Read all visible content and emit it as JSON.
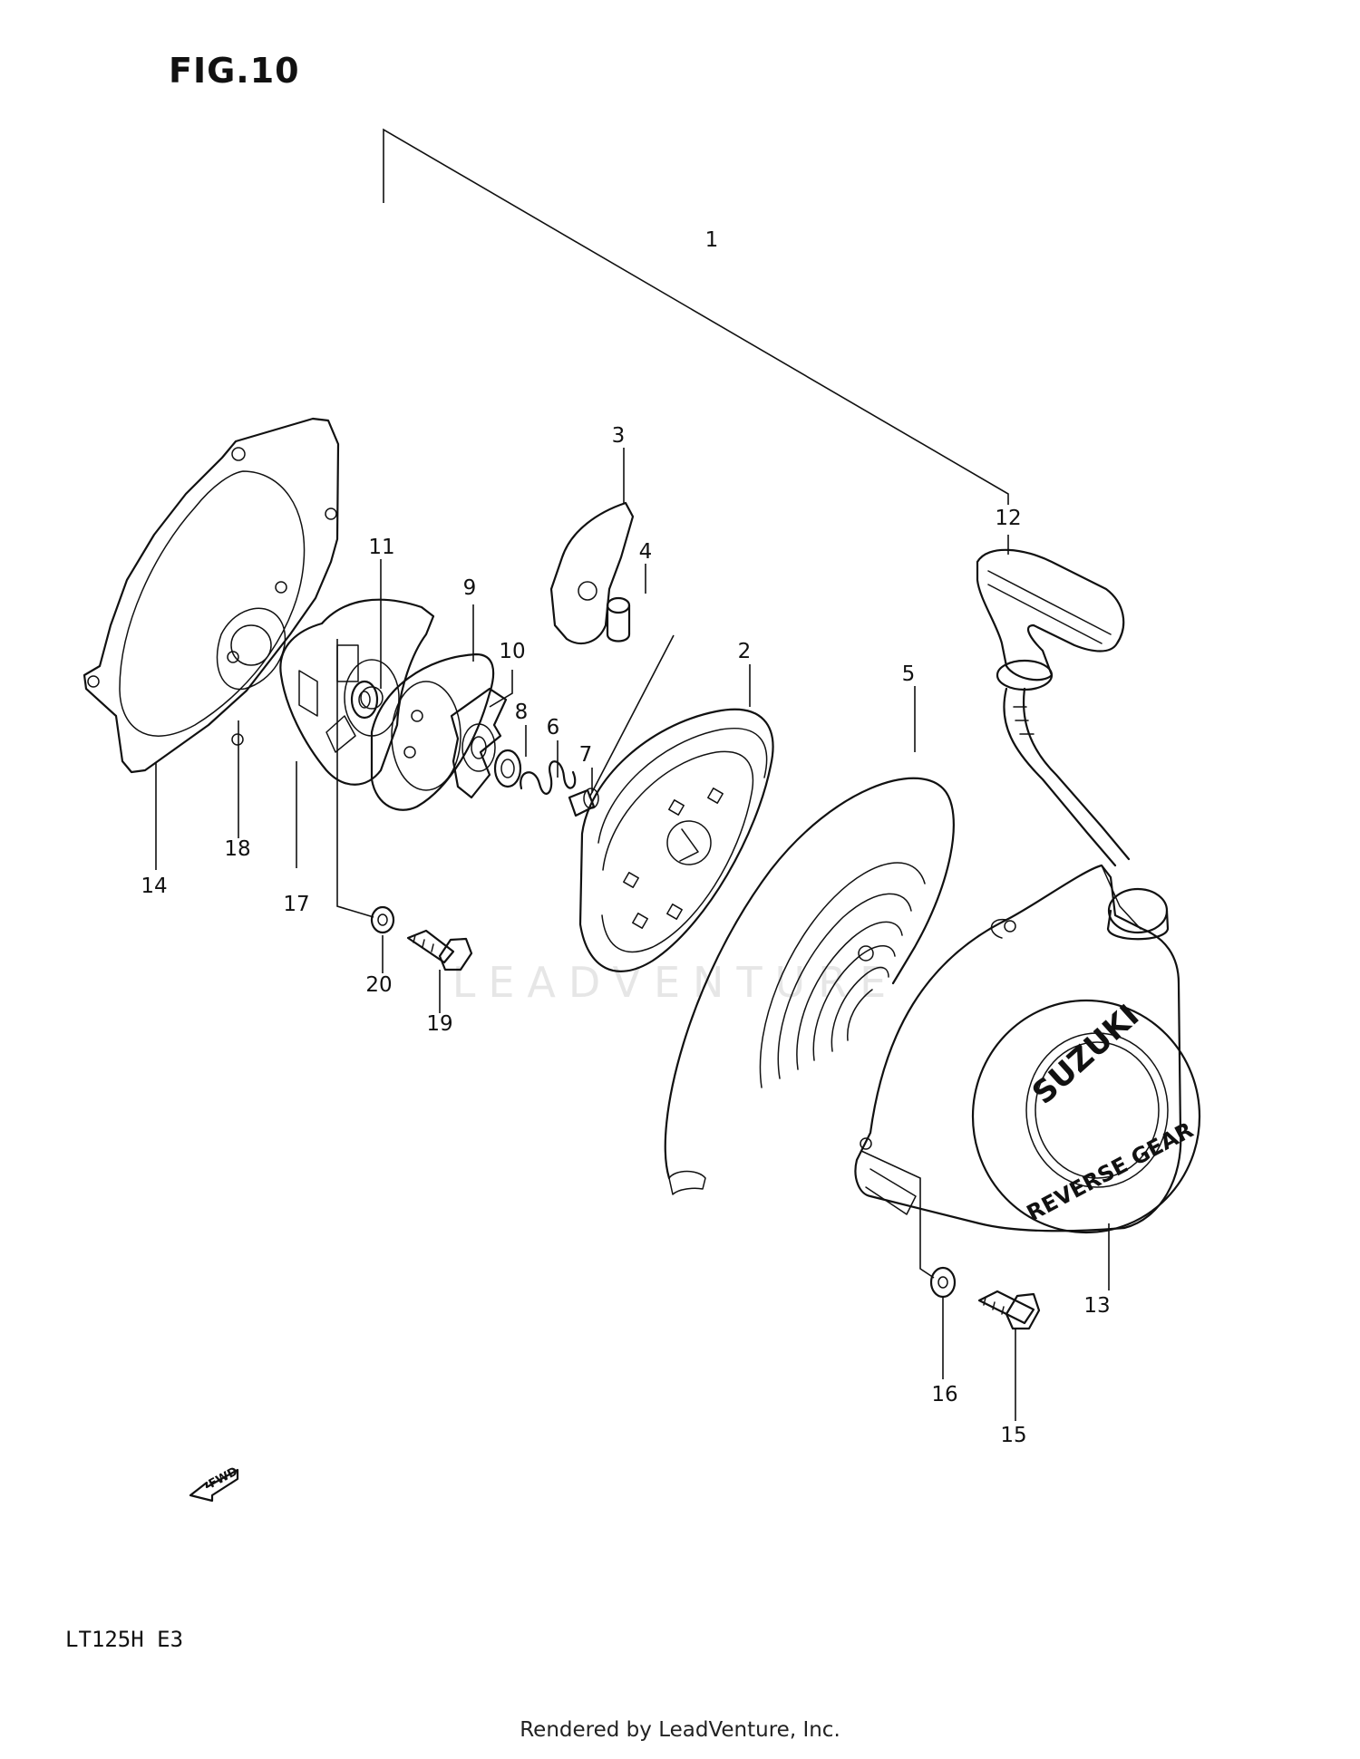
{
  "figure": {
    "title": "FIG.10",
    "model_code": "LT125H  E3",
    "footer": "Rendered by LeadVenture, Inc.",
    "watermark": "LEADVENTURE",
    "direction_arrow_label": "FWD"
  },
  "cover_markings": {
    "brand": "SUZUKI",
    "subtitle": "REVERSE GEAR"
  },
  "callouts": [
    {
      "id": "1"
    },
    {
      "id": "2"
    },
    {
      "id": "3"
    },
    {
      "id": "4"
    },
    {
      "id": "5"
    },
    {
      "id": "6"
    },
    {
      "id": "7"
    },
    {
      "id": "8"
    },
    {
      "id": "9"
    },
    {
      "id": "10"
    },
    {
      "id": "11"
    },
    {
      "id": "12"
    },
    {
      "id": "13"
    },
    {
      "id": "14"
    },
    {
      "id": "15"
    },
    {
      "id": "16"
    },
    {
      "id": "17"
    },
    {
      "id": "18"
    },
    {
      "id": "19"
    },
    {
      "id": "20"
    }
  ]
}
